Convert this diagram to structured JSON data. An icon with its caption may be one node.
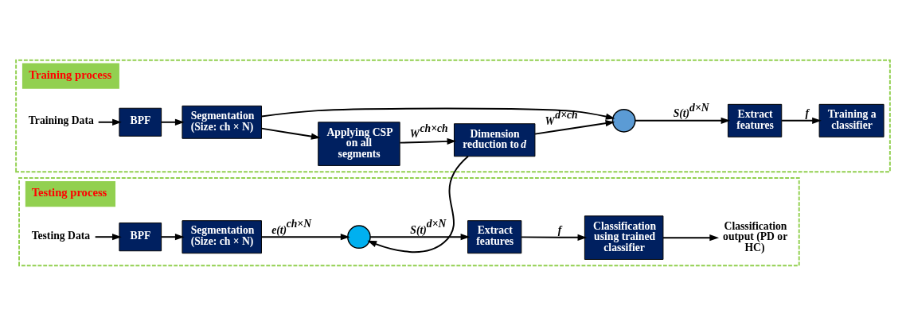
{
  "diagram": {
    "nodes": [
      {
        "text": [
          "Training process"
        ]
      },
      {
        "text": [
          "Training Data"
        ],
        "in": 0
      },
      {
        "text": [
          "BPF"
        ],
        "in": 0
      },
      {
        "text": [
          "Segmentation (Size: ch × N)"
        ],
        "in": 0
      },
      {
        "text": [
          "Applying CSP on all segments"
        ],
        "in": 0
      },
      {
        "text": [
          "Dimension reduction to *d*"
        ],
        "in": 0
      },
      {
        "text": [],
        "shape": "circle",
        "in": 0
      },
      {
        "text": [
          "Extract features"
        ],
        "in": 0
      },
      {
        "text": [
          "Training a classifier"
        ],
        "in": 0
      },
      {
        "text": [
          "Testing process"
        ]
      },
      {
        "text": [
          "Testing Data"
        ],
        "in": 9
      },
      {
        "text": [
          "BPF"
        ],
        "in": 9
      },
      {
        "text": [
          "Segmentation (Size: ch × N)"
        ],
        "in": 9
      },
      {
        "text": [],
        "shape": "circle",
        "in": 9
      },
      {
        "text": [
          "Extract features"
        ],
        "in": 9
      },
      {
        "text": [
          "Classification using trained classifier"
        ],
        "in": 9
      },
      {
        "text": [
          "Classification output (PD or HC)"
        ],
        "in": 9
      }
    ],
    "edges": [
      {
        "from": 1,
        "to": 2,
        "arrow": "to"
      },
      {
        "from": 2,
        "to": 3,
        "arrow": "to"
      },
      {
        "from": 3,
        "to": 4,
        "arrow": "to"
      },
      {
        "from": 3,
        "to": 6,
        "arrow": "to"
      },
      {
        "from": 4,
        "to": 5,
        "arrow": "to",
        "label": "W$^{ch×ch}$"
      },
      {
        "from": 5,
        "to": 6,
        "arrow": "to",
        "label": "W$^{d×ch}$"
      },
      {
        "from": 6,
        "to": 7,
        "arrow": "to",
        "label": "S(t)$^{d×N}$"
      },
      {
        "from": 7,
        "to": 8,
        "arrow": "to",
        "label": "f"
      },
      {
        "from": 5,
        "to": 13,
        "arrow": "to"
      },
      {
        "from": 10,
        "to": 11,
        "arrow": "to"
      },
      {
        "from": 11,
        "to": 12,
        "arrow": "to"
      },
      {
        "from": 12,
        "to": 13,
        "arrow": "to",
        "label": "e(t)$^{ch×N}$"
      },
      {
        "from": 13,
        "to": 14,
        "arrow": "to",
        "label": "S(t)$^{d×N}$"
      },
      {
        "from": 14,
        "to": 15,
        "arrow": "to",
        "label": "f"
      },
      {
        "from": 15,
        "to": 16,
        "arrow": "to"
      }
    ]
  }
}
